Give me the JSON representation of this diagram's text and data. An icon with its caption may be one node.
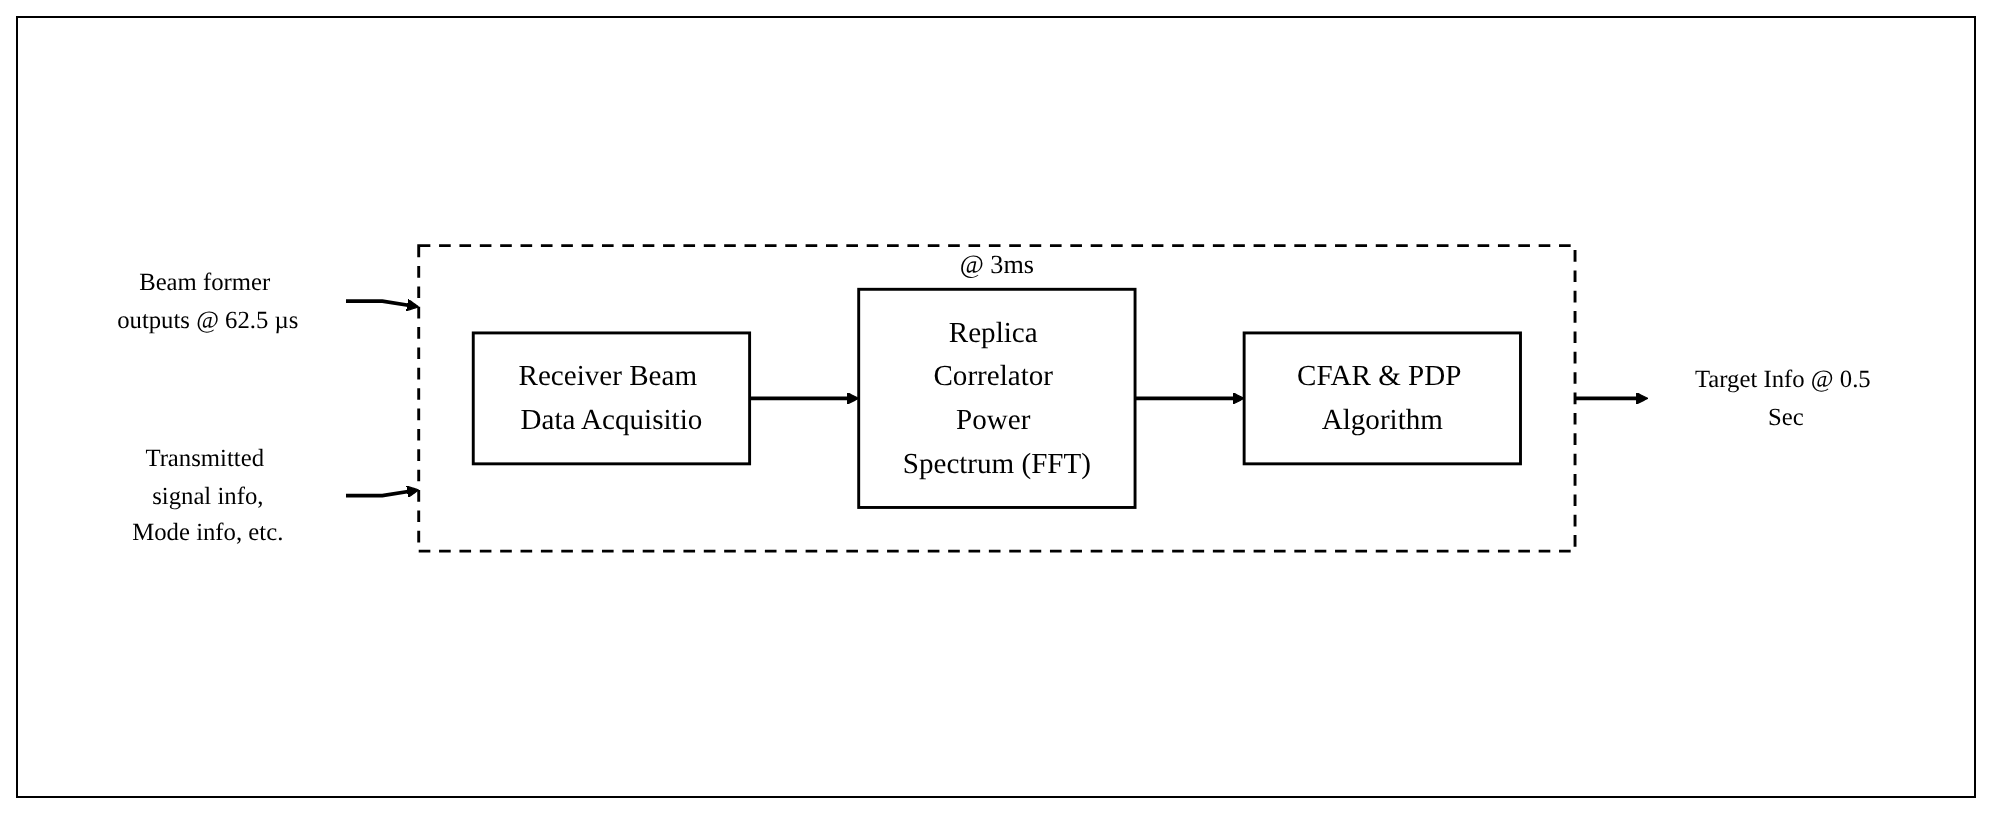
{
  "diagram": {
    "nodes": [
      {
        "text": [
          "Beam former outputs @ 62.5 µs"
        ]
      },
      {
        "text": [
          "Transmitted signal info,",
          "Mode info, etc."
        ]
      },
      {
        "text": [
          "@ 3ms"
        ]
      },
      {
        "text": [
          "Receiver Beam Data Acquisitio"
        ],
        "in": 2
      },
      {
        "text": [
          "Replica Correlator Power Spectrum (FFT)"
        ],
        "in": 2
      },
      {
        "text": [
          "CFAR & PDP Algorithm"
        ],
        "in": 2
      },
      {
        "text": [
          "Target Info @ 0.5 Sec"
        ]
      }
    ],
    "edges": [
      {
        "from": 0,
        "to": 2,
        "arrow": "to"
      },
      {
        "from": 1,
        "to": 2,
        "arrow": "to"
      },
      {
        "from": 3,
        "to": 4,
        "arrow": "to"
      },
      {
        "from": 4,
        "to": 5,
        "arrow": "to"
      },
      {
        "from": 2,
        "to": 6,
        "arrow": "to"
      }
    ]
  }
}
